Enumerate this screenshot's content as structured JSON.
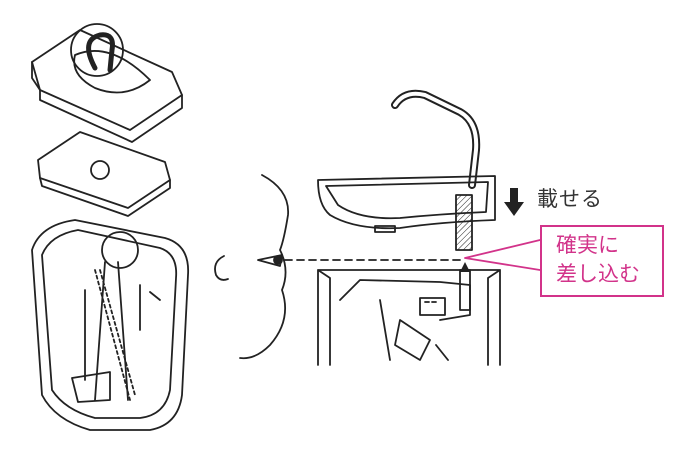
{
  "labels": {
    "place": "載せる",
    "insert_line1": "確実に",
    "insert_line2": "差し込む"
  },
  "colors": {
    "callout": "#d2338a",
    "line": "#222222"
  }
}
